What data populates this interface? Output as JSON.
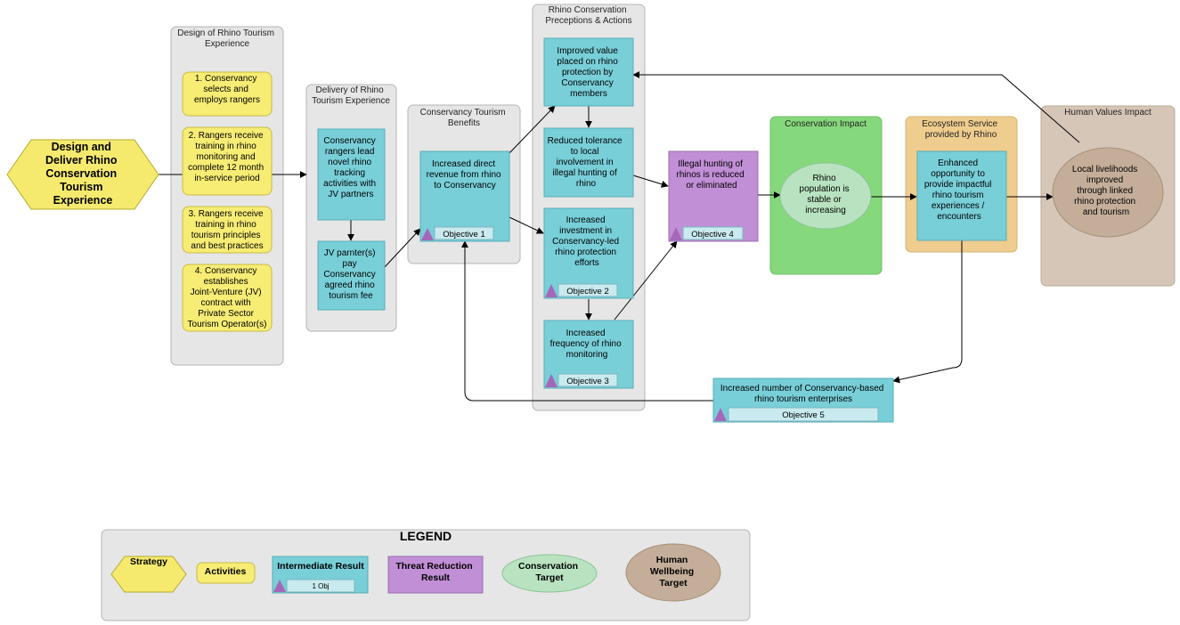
{
  "strategy": {
    "lines": [
      "Design and",
      "Deliver Rhino",
      "Conservation",
      "Tourism",
      "Experience"
    ]
  },
  "groups": {
    "design": [
      "Design of Rhino Tourism",
      "Experience"
    ],
    "delivery": [
      "Delivery of Rhino",
      "Tourism Experience"
    ],
    "benefits": [
      "Conservancy Tourism",
      "Benefits"
    ],
    "perceptions": [
      "Rhino Conservation",
      "Preceptions & Actions"
    ],
    "conservation_impact": [
      "Conservation Impact"
    ],
    "ecosystem": [
      "Ecosystem Service",
      "provided by Rhino"
    ],
    "human_values": [
      "Human Values Impact"
    ]
  },
  "activities": [
    [
      "1. Conservancy",
      "selects and",
      "employs rangers"
    ],
    [
      "2. Rangers receive",
      "training in rhino",
      "monitoring and",
      "complete 12 month",
      "in-service period"
    ],
    [
      "3. Rangers receive",
      "training in rhino",
      "tourism principles",
      "and best practices"
    ],
    [
      "4. Conservancy",
      "establishes",
      "Joint-Venture (JV)",
      "contract with",
      "Private Sector",
      "Tourism Operator(s)"
    ]
  ],
  "results": {
    "rangers_lead": [
      "Conservancy",
      "rangers lead",
      "novel rhino",
      "tracking",
      "activities with",
      "JV partners"
    ],
    "jv_pay": [
      "JV parnter(s)",
      "pay",
      "Conservancy",
      "agreed rhino",
      "tourism fee"
    ],
    "revenue": [
      "Increased direct",
      "revenue from rhino",
      "to Conservancy"
    ],
    "value": [
      "Improved value",
      "placed on rhino",
      "protection by",
      "Conservancy",
      "members"
    ],
    "tolerance": [
      "Reduced tolerance",
      "to local",
      "involvement in",
      "illegal hunting of",
      "rhino"
    ],
    "investment": [
      "Increased",
      "investment in",
      "Conservancy-led",
      "rhino protection",
      "efforts"
    ],
    "monitoring": [
      "Increased",
      "frequency of rhino",
      "monitoring"
    ],
    "enterprises": [
      "Increased number of Conservancy-based",
      "rhino tourism enterprises"
    ],
    "ecosystem_service": [
      "Enhanced",
      "opportunity to",
      "provide impactful",
      "rhino tourism",
      "experiences /",
      "encounters"
    ]
  },
  "threat": [
    "Illegal hunting of",
    "rhinos is reduced",
    "or eliminated"
  ],
  "target": [
    "Rhino",
    "population is",
    "stable or",
    "increasing"
  ],
  "wellbeing": [
    "Local livelihoods",
    "improved",
    "through linked",
    "rhino protection",
    "and tourism"
  ],
  "objectives": {
    "o1": "Objective 1",
    "o2": "Objective 2",
    "o3": "Objective 3",
    "o4": "Objective 4",
    "o5": "Objective 5"
  },
  "legend": {
    "title": "LEGEND",
    "strategy": "Strategy",
    "activities": "Activities",
    "intermediate": "Intermediate Result",
    "intermediate_obj": "1 Obj",
    "threat": [
      "Threat Reduction",
      "Result"
    ],
    "conservation": [
      "Conservation",
      "Target"
    ],
    "human": [
      "Human",
      "Wellbeing",
      "Target"
    ]
  },
  "colors": {
    "strategy": "#f5ea6e",
    "activity": "#f7ec74",
    "intermediate": "#78cfd8",
    "objective": "#c9eaee",
    "threat": "#c18fd6",
    "target": "#b9e3c0",
    "conservation_group": "#86d87c",
    "ecosystem_group": "#efcd8e",
    "human_group": "#d6c6b8",
    "wellbeing": "#c4ae99",
    "group": "#e6e6e6",
    "triangle": "#a667b9"
  }
}
